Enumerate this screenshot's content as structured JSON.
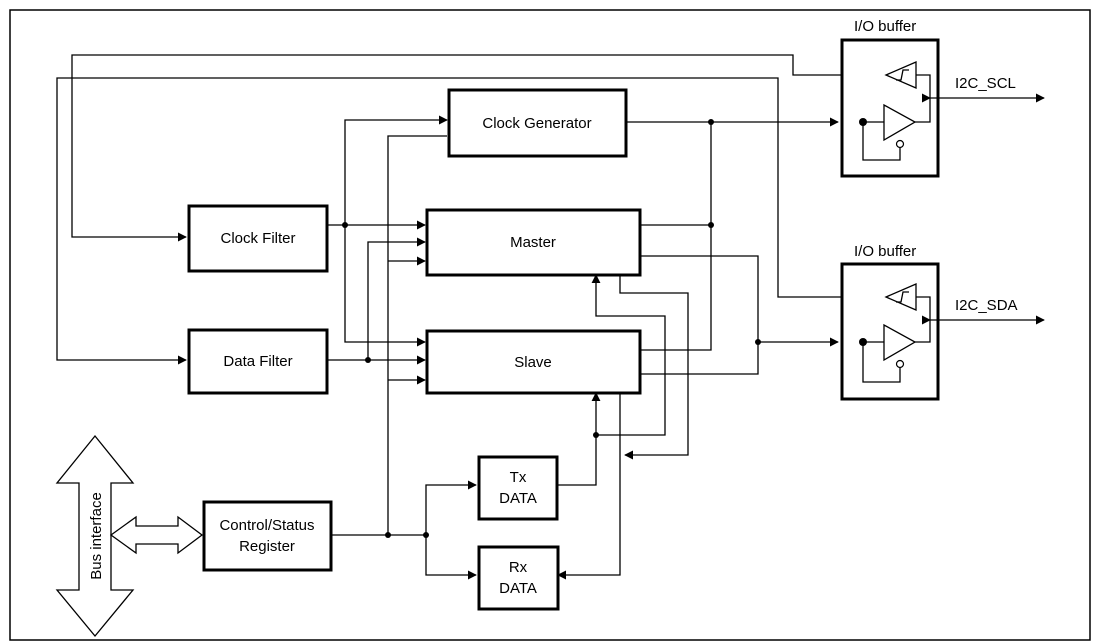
{
  "blocks": {
    "clock_generator": "Clock Generator",
    "clock_filter": "Clock Filter",
    "master": "Master",
    "data_filter": "Data Filter",
    "slave": "Slave",
    "control_status_line1": "Control/Status",
    "control_status_line2": "Register",
    "tx_line1": "Tx",
    "tx_line2": "DATA",
    "rx_line1": "Rx",
    "rx_line2": "DATA"
  },
  "io_buffers": {
    "scl_title": "I/O buffer",
    "sda_title": "I/O buffer"
  },
  "signals": {
    "scl": "I2C_SCL",
    "sda": "I2C_SDA"
  },
  "bus_interface": "Bus  interface"
}
